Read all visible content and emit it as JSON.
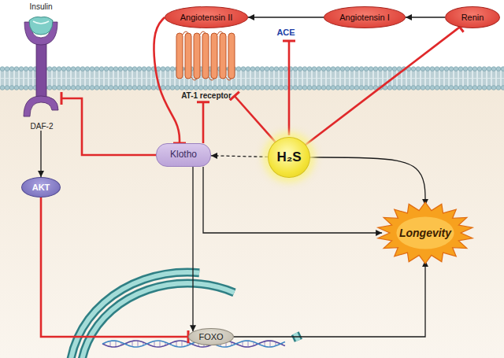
{
  "diagram": {
    "nodes": [
      {
        "text": [
          "Insulin"
        ]
      },
      {
        "text": [
          "Angiotensin II"
        ]
      },
      {
        "text": [
          "Angiotensin I"
        ]
      },
      {
        "text": [
          "Renin"
        ]
      },
      {
        "text": [
          "AT-1 receptor"
        ]
      },
      {
        "text": [
          "DAF-2"
        ]
      },
      {
        "text": [
          "Klotho"
        ]
      },
      {
        "text": [
          "H₂S"
        ]
      },
      {
        "text": [
          "AKT"
        ]
      },
      {
        "text": [
          "Longevity"
        ]
      },
      {
        "text": [
          "FOXO"
        ]
      }
    ],
    "edges": [
      {
        "from": 3,
        "to": 2,
        "arrow": "to"
      },
      {
        "from": 2,
        "to": 1,
        "label": "ACE",
        "arrow": "to"
      },
      {
        "from": 7,
        "to": 3,
        "arrow": "to"
      },
      {
        "from": 7,
        "to": 4,
        "arrow": "to"
      },
      {
        "from": 1,
        "to": 6,
        "arrow": "to"
      },
      {
        "from": 6,
        "to": 4,
        "arrow": "to"
      },
      {
        "from": 6,
        "to": 5,
        "arrow": "to"
      },
      {
        "from": 7,
        "to": 6,
        "arrow": "to"
      },
      {
        "from": 7,
        "to": 9,
        "arrow": "to"
      },
      {
        "from": 6,
        "to": 9,
        "arrow": "to"
      },
      {
        "from": 6,
        "to": 10,
        "arrow": "to"
      },
      {
        "from": 8,
        "to": 10,
        "arrow": "to"
      },
      {
        "from": 10,
        "to": 9,
        "arrow": "to"
      },
      {
        "from": 5,
        "to": 8,
        "arrow": "to"
      }
    ]
  }
}
